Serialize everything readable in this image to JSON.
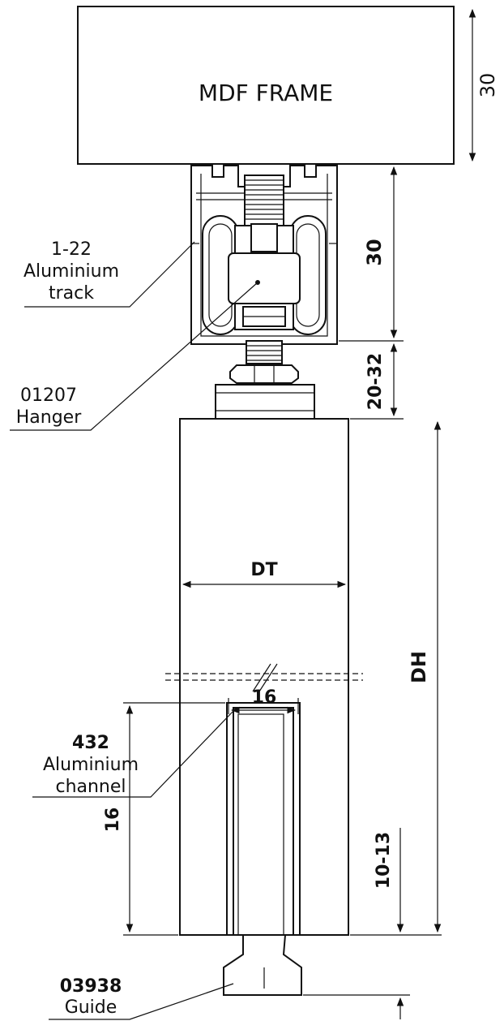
{
  "frame": {
    "label": "MDF FRAME",
    "height_dim": "30"
  },
  "dimensions": {
    "track_height": "30",
    "hanger_gap": "20-32",
    "door_thickness": "DT",
    "door_height": "DH",
    "channel_width": "16",
    "channel_depth": "16",
    "guide_gap": "10-13"
  },
  "callouts": {
    "track": {
      "line1": "1-22",
      "line2": "Aluminium",
      "line3": "track"
    },
    "hanger": {
      "line1": "01207",
      "line2": "Hanger"
    },
    "channel": {
      "line1": "432",
      "line2": "Aluminium",
      "line3": "channel"
    },
    "guide": {
      "line1": "03938",
      "line2": "Guide"
    }
  }
}
